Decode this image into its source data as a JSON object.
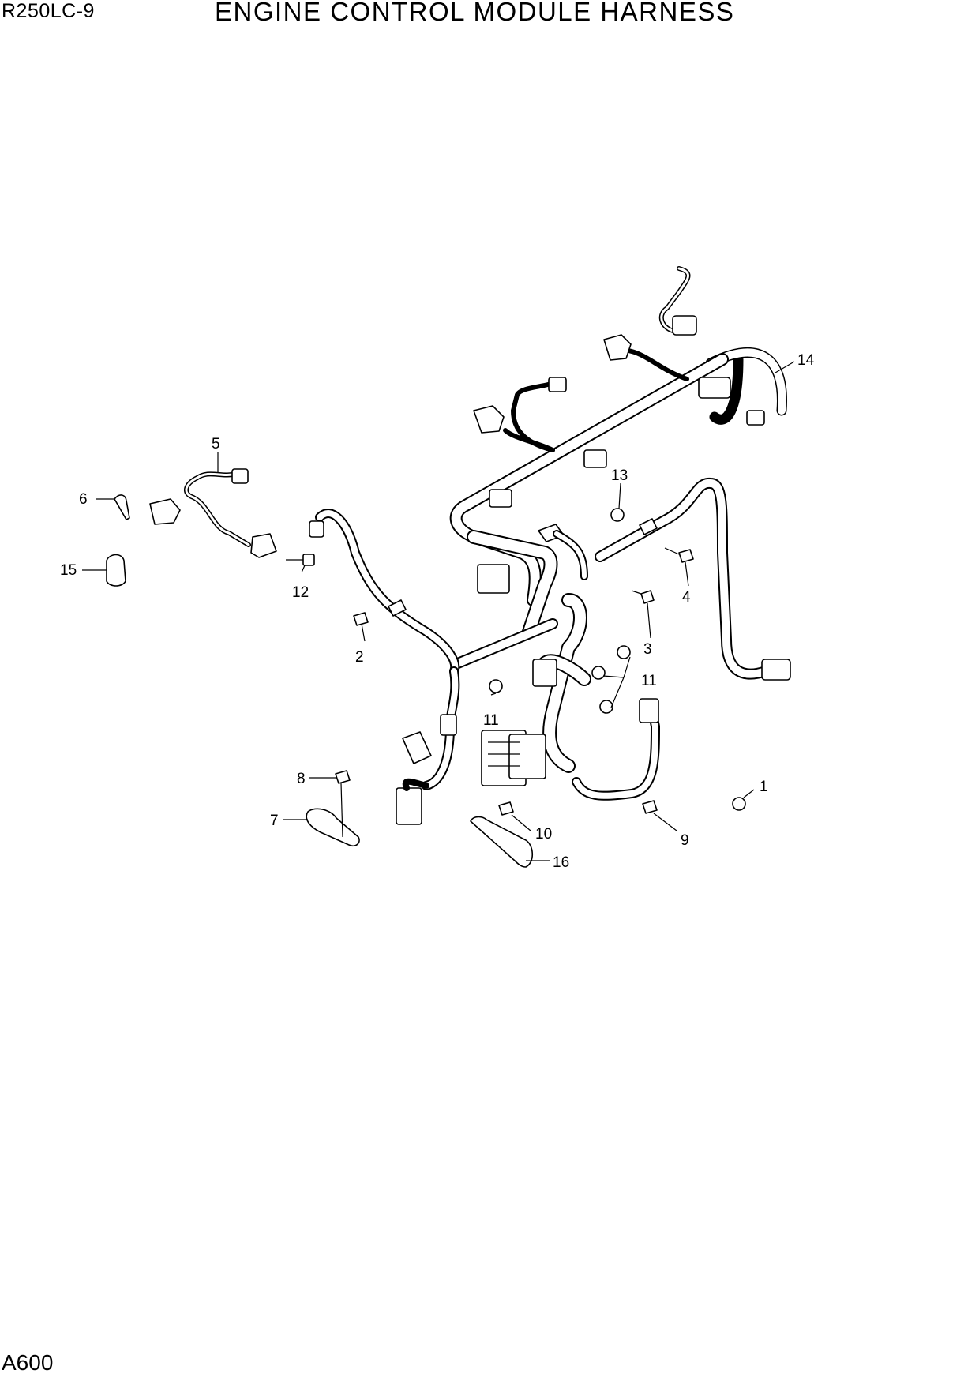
{
  "header": {
    "model": "R250LC-9",
    "title": "ENGINE CONTROL MODULE HARNESS"
  },
  "footer": {
    "page_code": "A600"
  },
  "callouts": [
    {
      "id": "c1",
      "label": "1"
    },
    {
      "id": "c2",
      "label": "2"
    },
    {
      "id": "c3",
      "label": "3"
    },
    {
      "id": "c4",
      "label": "4"
    },
    {
      "id": "c5",
      "label": "5"
    },
    {
      "id": "c6",
      "label": "6"
    },
    {
      "id": "c7",
      "label": "7"
    },
    {
      "id": "c8",
      "label": "8"
    },
    {
      "id": "c9",
      "label": "9"
    },
    {
      "id": "c10",
      "label": "10"
    },
    {
      "id": "c11a",
      "label": "11"
    },
    {
      "id": "c11b",
      "label": "11"
    },
    {
      "id": "c12",
      "label": "12"
    },
    {
      "id": "c13",
      "label": "13"
    },
    {
      "id": "c14",
      "label": "14"
    },
    {
      "id": "c15",
      "label": "15"
    },
    {
      "id": "c16",
      "label": "16"
    }
  ]
}
